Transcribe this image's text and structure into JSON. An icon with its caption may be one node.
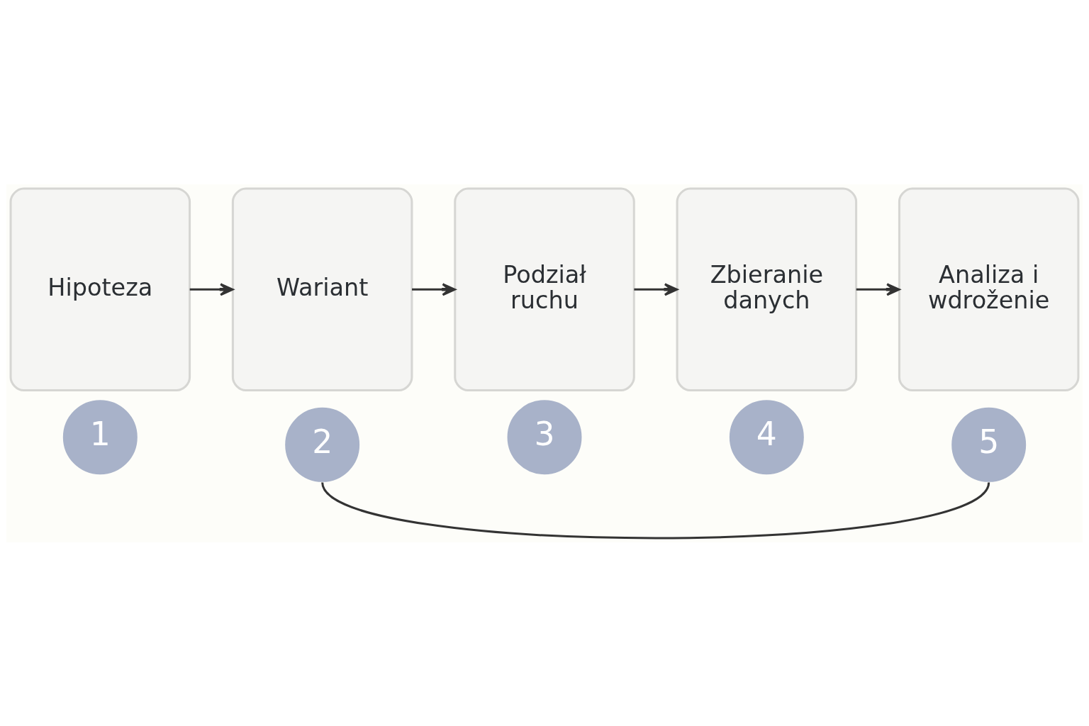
{
  "diagram": {
    "nodes": [
      {
        "text": [
          "Hipoteza"
        ]
      },
      {
        "text": [
          "1"
        ]
      },
      {
        "text": [
          "Wariant"
        ]
      },
      {
        "text": [
          "2"
        ]
      },
      {
        "text": [
          "Podział ruchu"
        ]
      },
      {
        "text": [
          "3"
        ]
      },
      {
        "text": [
          "Zbieranie danych"
        ]
      },
      {
        "text": [
          "4"
        ]
      },
      {
        "text": [
          "Analiza i wdroženie"
        ]
      },
      {
        "text": [
          "5"
        ]
      }
    ],
    "edges": [
      {
        "from": 0,
        "to": 2,
        "arrow": "to"
      },
      {
        "from": 2,
        "to": 4,
        "arrow": "to"
      },
      {
        "from": 4,
        "to": 6,
        "arrow": "to"
      },
      {
        "from": 6,
        "to": 8,
        "arrow": "to"
      },
      {
        "from": 3,
        "to": 9,
        "arrow": "none"
      }
    ]
  }
}
